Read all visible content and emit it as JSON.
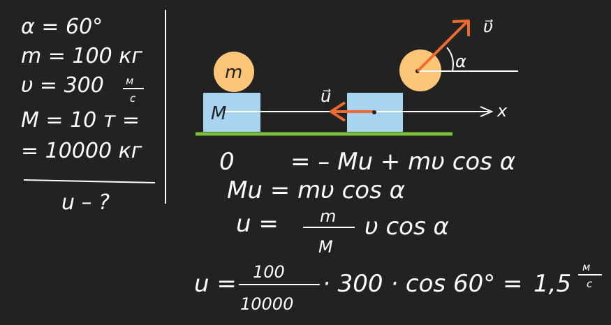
{
  "colors": {
    "background": "#222222",
    "ink": "#ffffff",
    "block": "#a8d4f0",
    "ball": "#fcc577",
    "arrow": "#ed6b2f",
    "ground": "#7cc13b"
  },
  "given": {
    "alpha": "α = 60°",
    "m": "m = 100 кг",
    "v_prefix": "υ = 300",
    "v_unit_num": "м",
    "v_unit_den": "с",
    "M": "M = 10 т =",
    "M_kg": "= 10000 кг",
    "find": "u – ?"
  },
  "diagram": {
    "big_block": "M",
    "ball_left": "m",
    "u_vec": "u⃗",
    "v_vec": "υ⃗",
    "angle": "α",
    "x_axis": "x"
  },
  "solution": {
    "line1_left": "0",
    "line1_right": "= – Mu + mυ cos α",
    "line2": "Mu = mυ cos α",
    "line3_left": "u =",
    "line3_num": "m",
    "line3_den": "M",
    "line3_right": "υ cos α",
    "line4_left": "u =",
    "line4_num": "100",
    "line4_den": "10000",
    "line4_mid": "· 300 · cos 60° =",
    "line4_result": "1,5",
    "line4_unit_num": "м",
    "line4_unit_den": "с"
  }
}
